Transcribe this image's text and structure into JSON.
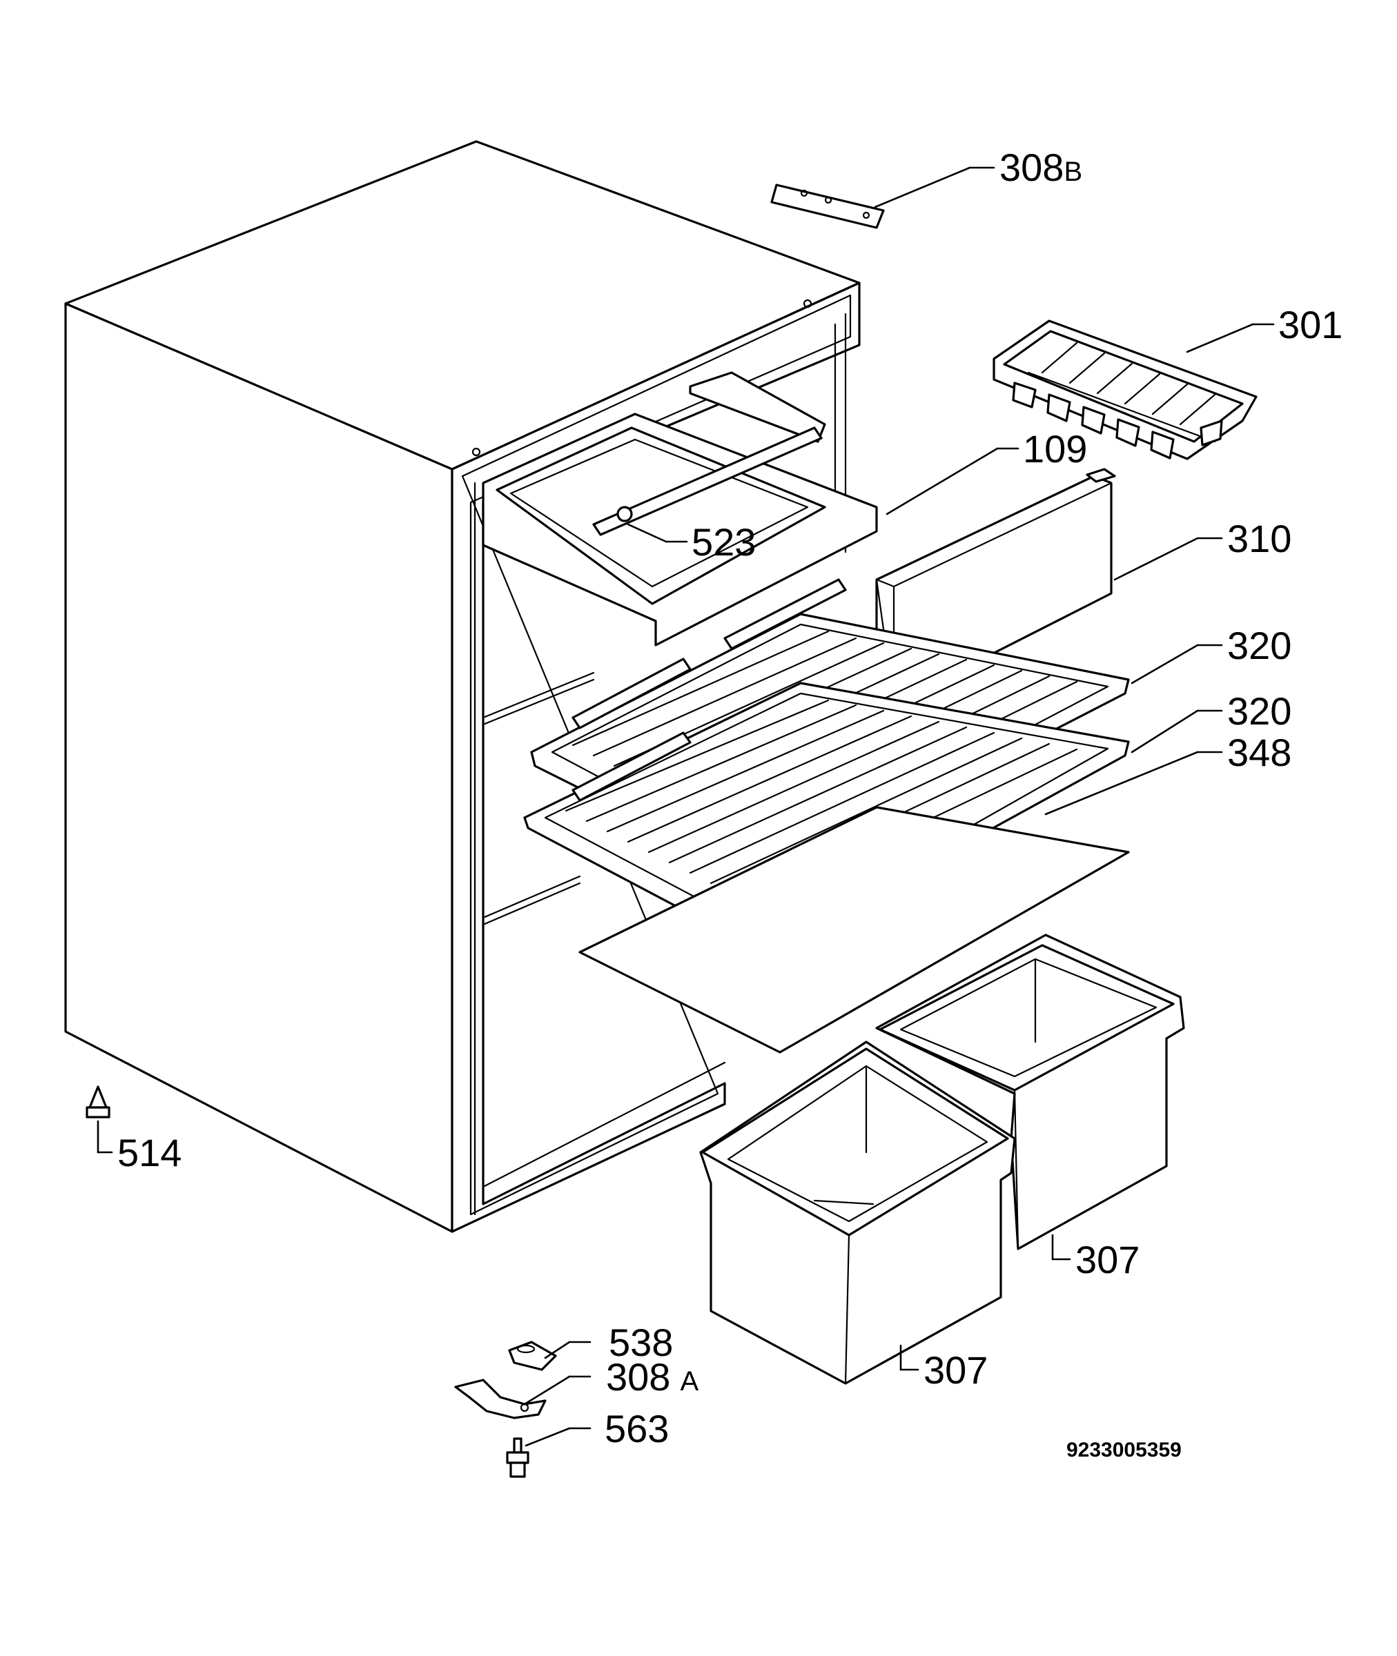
{
  "diagram": {
    "type": "exploded-parts-view",
    "document_number": "9233005359",
    "callouts": {
      "hinge_top": {
        "number": "308",
        "suffix": "B"
      },
      "ice_tray": {
        "number": "301",
        "suffix": ""
      },
      "freezer_flap": {
        "number": "109",
        "suffix": ""
      },
      "flap_hinge": {
        "number": "523",
        "suffix": ""
      },
      "flap_panel": {
        "number": "310",
        "suffix": ""
      },
      "shelf_upper": {
        "number": "320",
        "suffix": ""
      },
      "shelf_lower": {
        "number": "320",
        "suffix": ""
      },
      "glass_shelf": {
        "number": "348",
        "suffix": ""
      },
      "foot": {
        "number": "514",
        "suffix": ""
      },
      "crisper_right": {
        "number": "307",
        "suffix": ""
      },
      "crisper_left": {
        "number": "307",
        "suffix": ""
      },
      "cap": {
        "number": "538",
        "suffix": ""
      },
      "hinge_bottom": {
        "number": "308",
        "suffix": "A"
      },
      "screw_foot": {
        "number": "563",
        "suffix": ""
      }
    }
  }
}
